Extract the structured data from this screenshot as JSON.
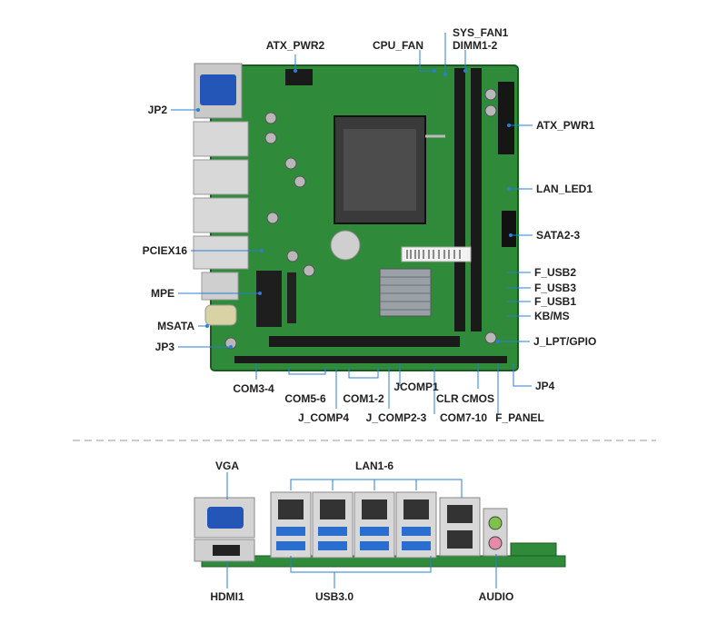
{
  "board_labels": {
    "atx_pwr2": "ATX_PWR2",
    "cpu_fan": "CPU_FAN",
    "sys_fan1": "SYS_FAN1",
    "dimm1_2": "DIMM1-2",
    "jp2": "JP2",
    "atx_pwr1": "ATX_PWR1",
    "lan_led1": "LAN_LED1",
    "sata2_3": "SATA2-3",
    "pciex16": "PCIEX16",
    "f_usb2": "F_USB2",
    "f_usb3": "F_USB3",
    "f_usb1": "F_USB1",
    "kb_ms": "KB/MS",
    "mpe": "MPE",
    "msata": "MSATA",
    "jp3": "JP3",
    "j_lpt_gpio": "J_LPT/GPIO",
    "jp4": "JP4",
    "com3_4": "COM3-4",
    "com5_6": "COM5-6",
    "com1_2": "COM1-2",
    "jcomp1": "JCOMP1",
    "clr_cmos": "CLR CMOS",
    "j_comp4": "J_COMP4",
    "j_comp2_3": "J_COMP2-3",
    "com7_10": "COM7-10",
    "f_panel": "F_PANEL"
  },
  "io_labels": {
    "vga": "VGA",
    "lan1_6": "LAN1-6",
    "hdmi1": "HDMI1",
    "usb30": "USB3.0",
    "audio": "AUDIO"
  },
  "colors": {
    "pcb": "#2f8a3a",
    "pcb_dark": "#226b2c",
    "leader": "#2a7fd4",
    "label": "#222222",
    "divider": "#9a9a9a",
    "usb_blue": "#2a6fd0"
  }
}
